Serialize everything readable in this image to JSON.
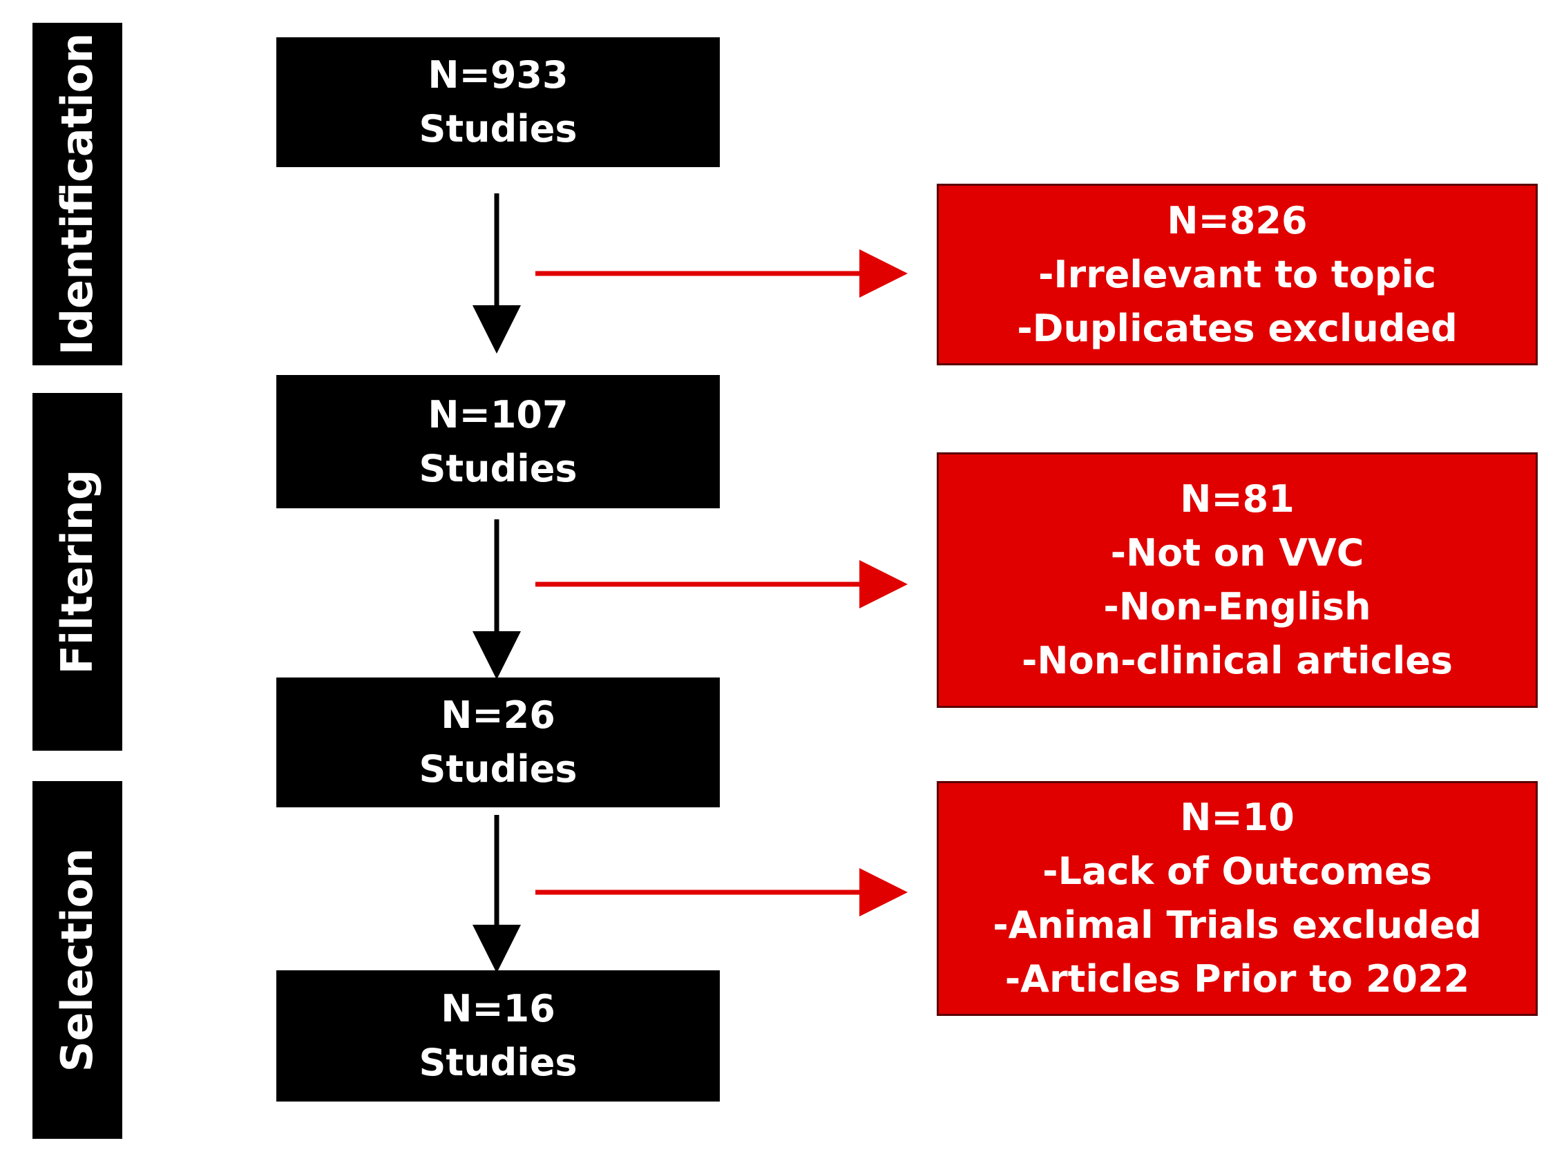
{
  "phases": [
    {
      "label": "Identification"
    },
    {
      "label": "Filtering"
    },
    {
      "label": "Selection"
    }
  ],
  "boxes": [
    {
      "count": "N=933",
      "unit": "Studies"
    },
    {
      "count": "N=107",
      "unit": "Studies"
    },
    {
      "count": "N=26",
      "unit": "Studies"
    },
    {
      "count": "N=16",
      "unit": "Studies"
    }
  ],
  "exclusions": [
    {
      "count": "N=826",
      "reasons": [
        "-Irrelevant to topic",
        "-Duplicates excluded"
      ]
    },
    {
      "count": "N=81",
      "reasons": [
        "-Not on VVC",
        "-Non-English",
        "-Non-clinical articles"
      ]
    },
    {
      "count": "N=10",
      "reasons": [
        "-Lack of Outcomes",
        "-Animal Trials excluded",
        "-Articles Prior to 2022"
      ]
    }
  ],
  "colors": {
    "box": "#000000",
    "exclusion": "#e00000",
    "arrow_main": "#000000",
    "arrow_exclusion": "#e00000"
  }
}
